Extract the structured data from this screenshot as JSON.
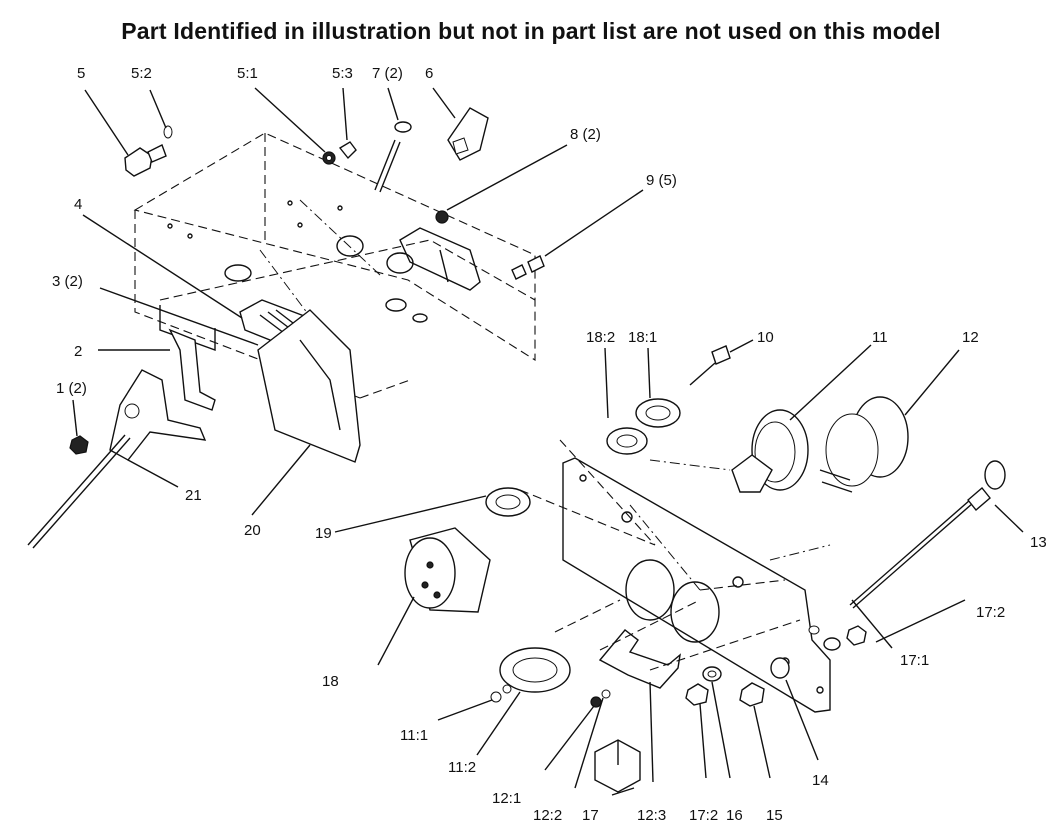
{
  "title": "Part Identified in illustration but not in part list are not used on this model",
  "labels": {
    "l5": "5",
    "l5_2": "5:2",
    "l5_1": "5:1",
    "l5_3": "5:3",
    "l7": "7 (2)",
    "l6": "6",
    "l8": "8 (2)",
    "l9": "9 (5)",
    "l4": "4",
    "l3": "3 (2)",
    "l2": "2",
    "l1": "1 (2)",
    "l21": "21",
    "l20": "20",
    "l18_2": "18:2",
    "l18_1": "18:1",
    "l10": "10",
    "l11": "11",
    "l12": "12",
    "l13": "13",
    "l17_2a": "17:2",
    "l17_1": "17:1",
    "l19": "19",
    "l18": "18",
    "l11_1": "11:1",
    "l11_2": "11:2",
    "l12_1": "12:1",
    "l12_2": "12:2",
    "l17": "17",
    "l12_3": "12:3",
    "l17_2b": "17:2",
    "l16": "16",
    "l15": "15",
    "l14": "14"
  }
}
